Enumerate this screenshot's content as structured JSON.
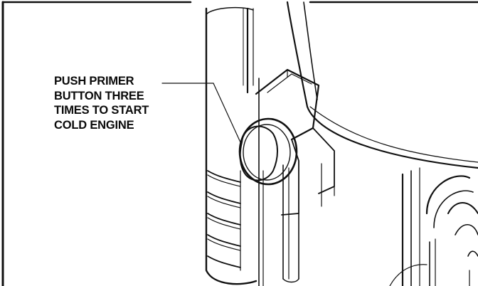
{
  "figure": {
    "callout_lines": [
      "PUSH PRIMER",
      "BUTTON THREE",
      "TIMES TO START",
      "COLD ENGINE"
    ]
  }
}
